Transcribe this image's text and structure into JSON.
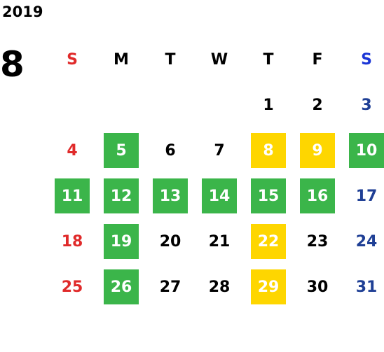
{
  "year": "2019",
  "month": "8",
  "weekdays": [
    "S",
    "M",
    "T",
    "W",
    "T",
    "F",
    "S"
  ],
  "weeks": [
    [
      "",
      "",
      "",
      "",
      "1",
      "2",
      "3"
    ],
    [
      "4",
      "5",
      "6",
      "7",
      "8",
      "9",
      "10"
    ],
    [
      "11",
      "12",
      "13",
      "14",
      "15",
      "16",
      "17"
    ],
    [
      "18",
      "19",
      "20",
      "21",
      "22",
      "23",
      "24"
    ],
    [
      "25",
      "26",
      "27",
      "28",
      "29",
      "30",
      "31"
    ]
  ],
  "highlights": {
    "green": [
      "5",
      "10",
      "11",
      "12",
      "13",
      "14",
      "15",
      "16",
      "19",
      "26"
    ],
    "yellow": [
      "8",
      "9",
      "22",
      "29"
    ]
  },
  "colors": {
    "sunday": "#e02a2a",
    "saturday_header": "#1a35d6",
    "saturday": "#1f3f95",
    "green_highlight": "#3bb54a",
    "yellow_highlight": "#fed600"
  }
}
